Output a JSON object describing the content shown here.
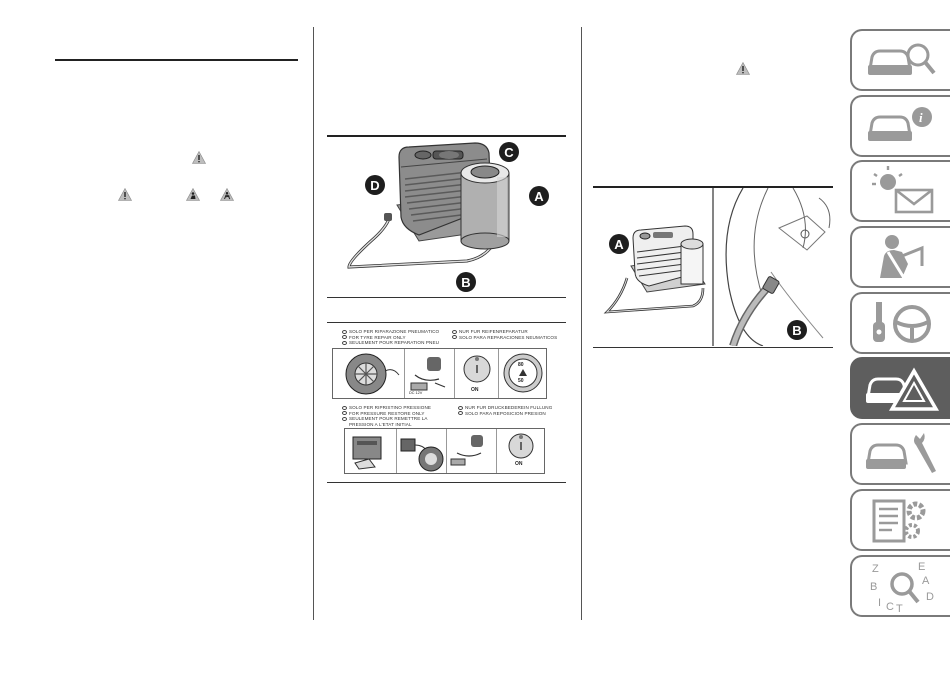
{
  "figure1": {
    "callouts": [
      "C",
      "D",
      "A",
      "B"
    ]
  },
  "figure2": {
    "callouts": [
      "A",
      "B"
    ]
  },
  "sticker": {
    "row1_left": [
      "SOLO PER RIPARAZIONE PNEUMATICO",
      "FOR TYRE REPAIR ONLY",
      "SEULEMENT POUR REPARATION PNEU"
    ],
    "row1_right": [
      "NUR FUR REIFENREPARATUR",
      "SOLO PARA REPARACIONES NEUMATICOS"
    ],
    "row2_left": [
      "SOLO PER RIPRISTINO PRESSIONE",
      "FOR PRESSURE RESTORE ONLY",
      "SEULEMENT POUR REMETTRE LA",
      "PRESSION A L'ETAT INITIAL"
    ],
    "row2_right": [
      "NUR FUR DRUCKBEDEREIN FULLUNG",
      "SOLO PARA REPOSICION PRESION"
    ],
    "on_label": "ON",
    "dc_label": "DC 12V",
    "speed_top": "80",
    "speed_bottom": "50"
  },
  "tabs": [
    {
      "name": "dashboard-knowledge-tab",
      "icon": "car-search-icon",
      "active": false
    },
    {
      "name": "safety-tab",
      "icon": "car-info-icon",
      "active": false
    },
    {
      "name": "warning-lights-tab",
      "icon": "light-message-icon",
      "active": false
    },
    {
      "name": "safety-airbag-tab",
      "icon": "seatbelt-person-icon",
      "active": false
    },
    {
      "name": "starting-driving-tab",
      "icon": "key-steering-icon",
      "active": false
    },
    {
      "name": "emergency-tab",
      "icon": "car-warning-icon",
      "active": true
    },
    {
      "name": "maintenance-tab",
      "icon": "car-wrench-icon",
      "active": false
    },
    {
      "name": "technical-data-tab",
      "icon": "document-gears-icon",
      "active": false
    },
    {
      "name": "index-tab",
      "icon": "alphabet-search-icon",
      "active": false
    }
  ],
  "colors": {
    "tab_border": "#7a7a7a",
    "tab_active": "#5e5e5e",
    "callout": "#1e1e1e"
  }
}
